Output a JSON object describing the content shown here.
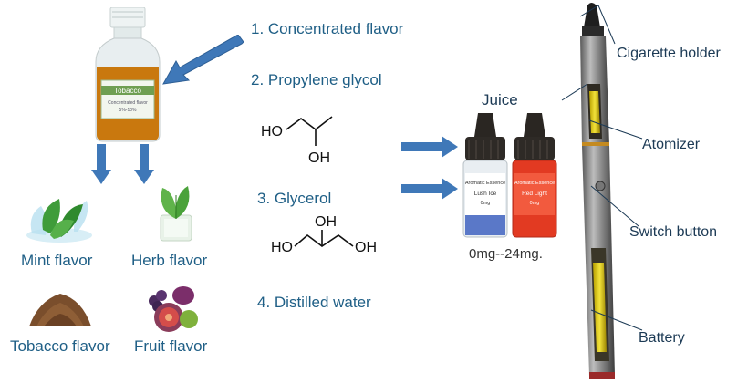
{
  "bottle": {
    "label": "Tobacco",
    "sublabel_1": "Concentrated flavor",
    "sublabel_2": "5%-10%"
  },
  "flavors": [
    {
      "name": "Mint flavor"
    },
    {
      "name": "Herb flavor"
    },
    {
      "name": "Tobacco flavor"
    },
    {
      "name": "Fruit flavor"
    }
  ],
  "ingredients": [
    {
      "label": "1. Concentrated flavor"
    },
    {
      "label": "2. Propylene glycol"
    },
    {
      "label": "3. Glycerol"
    },
    {
      "label": "4. Distilled water"
    }
  ],
  "molecules": {
    "propylene_glycol": {
      "left": "HO",
      "bottom": "OH"
    },
    "glycerol": {
      "left": "HO",
      "top": "OH",
      "right": "OH"
    }
  },
  "juice": {
    "title": "Juice",
    "range": "0mg--24mg.",
    "bottles": [
      {
        "brand": "Aromatic Essence",
        "name": "Lush Ice",
        "strength": "0mg"
      },
      {
        "brand": "Aromatic Essence",
        "name": "Red Light",
        "strength": "0mg"
      }
    ]
  },
  "ecig_parts": [
    {
      "label": "Cigarette holder"
    },
    {
      "label": "Atomizer"
    },
    {
      "label": "Switch button"
    },
    {
      "label": "Battery"
    }
  ],
  "colors": {
    "label_blue": "#1f5f86",
    "arrow_blue": "#3f78b8",
    "liquid": "#c9780e"
  }
}
